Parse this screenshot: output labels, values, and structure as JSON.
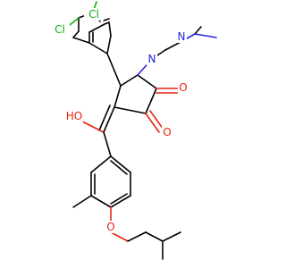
{
  "colors": {
    "bond": "#000000",
    "O": "#e8220f",
    "N": "#2424e8",
    "Cl": "#0fb00f",
    "background": "#ffffff"
  },
  "atoms": {
    "cl1": {
      "text": "Cl",
      "element": "Cl"
    },
    "cl2": {
      "text": "Cl",
      "element": "Cl"
    },
    "n_amine": {
      "text": "N",
      "element": "N"
    },
    "n_ring": {
      "text": "N",
      "element": "N"
    },
    "o_enol": {
      "text": "HO",
      "element": "O"
    },
    "o_keto1": {
      "text": "O",
      "element": "O"
    },
    "o_keto2": {
      "text": "O",
      "element": "O"
    },
    "o_ether": {
      "text": "O",
      "element": "O"
    }
  }
}
